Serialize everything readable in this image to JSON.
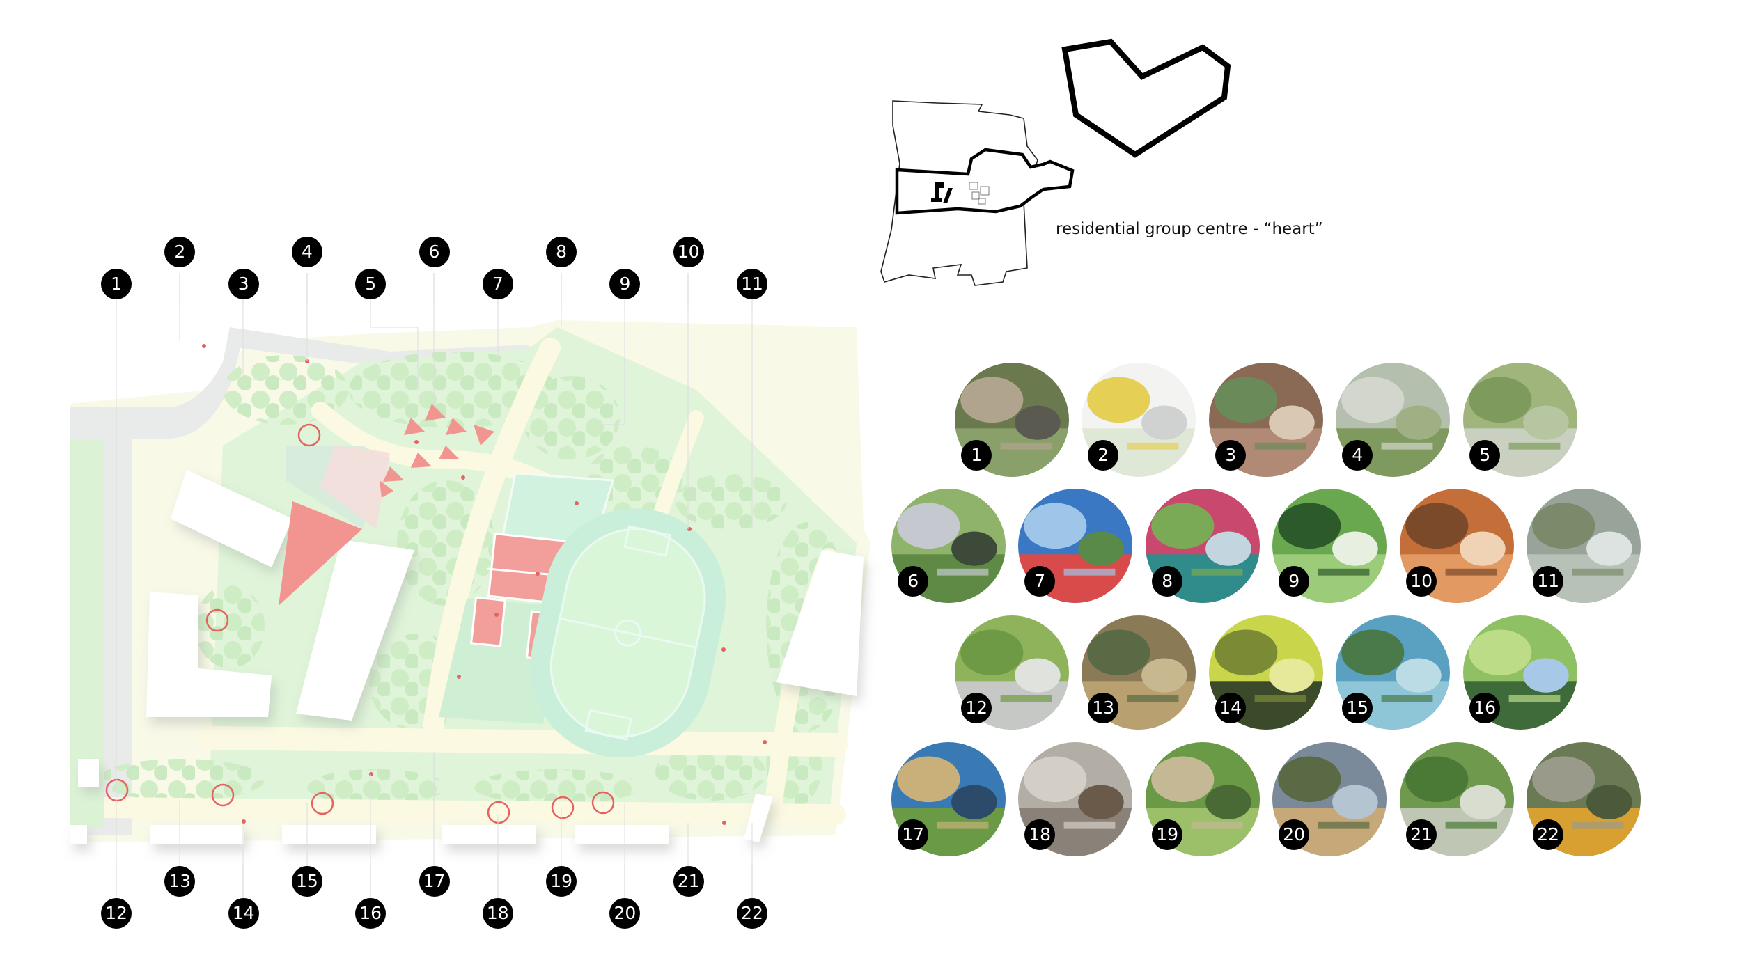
{
  "caption": "residential group centre  - “heart”",
  "colors": {
    "accent_red": "#e0403f",
    "park_green": "#cfeec6",
    "tree_green": "#bfe8b4",
    "path_yellow": "#fbf8dc",
    "pitch_green": "#c7f0d8",
    "court_red": "#ef7f7a",
    "marker_black": "#000000"
  },
  "plan_markers": [
    "1",
    "2",
    "3",
    "4",
    "5",
    "6",
    "7",
    "8",
    "9",
    "10",
    "11",
    "12",
    "13",
    "14",
    "15",
    "16",
    "17",
    "18",
    "19",
    "20",
    "21",
    "22"
  ],
  "photos": [
    {
      "label": "1",
      "theme": "planter-bench"
    },
    {
      "label": "2",
      "theme": "sketch-crossing"
    },
    {
      "label": "3",
      "theme": "street-seating"
    },
    {
      "label": "4",
      "theme": "grass-pavers"
    },
    {
      "label": "5",
      "theme": "grass-grid"
    },
    {
      "label": "6",
      "theme": "lawn-crowd"
    },
    {
      "label": "7",
      "theme": "sports-court"
    },
    {
      "label": "8",
      "theme": "sports-court-red"
    },
    {
      "label": "9",
      "theme": "football-fence"
    },
    {
      "label": "10",
      "theme": "running-track"
    },
    {
      "label": "11",
      "theme": "terraced-steps"
    },
    {
      "label": "12",
      "theme": "curved-edge"
    },
    {
      "label": "13",
      "theme": "autumn-path"
    },
    {
      "label": "14",
      "theme": "lit-alley"
    },
    {
      "label": "15",
      "theme": "water-edge"
    },
    {
      "label": "16",
      "theme": "park-lawn"
    },
    {
      "label": "17",
      "theme": "playground"
    },
    {
      "label": "18",
      "theme": "pedestrian-street"
    },
    {
      "label": "19",
      "theme": "tree-square"
    },
    {
      "label": "20",
      "theme": "waterfront-path"
    },
    {
      "label": "21",
      "theme": "garden-steps"
    },
    {
      "label": "22",
      "theme": "wooden-bench"
    }
  ]
}
